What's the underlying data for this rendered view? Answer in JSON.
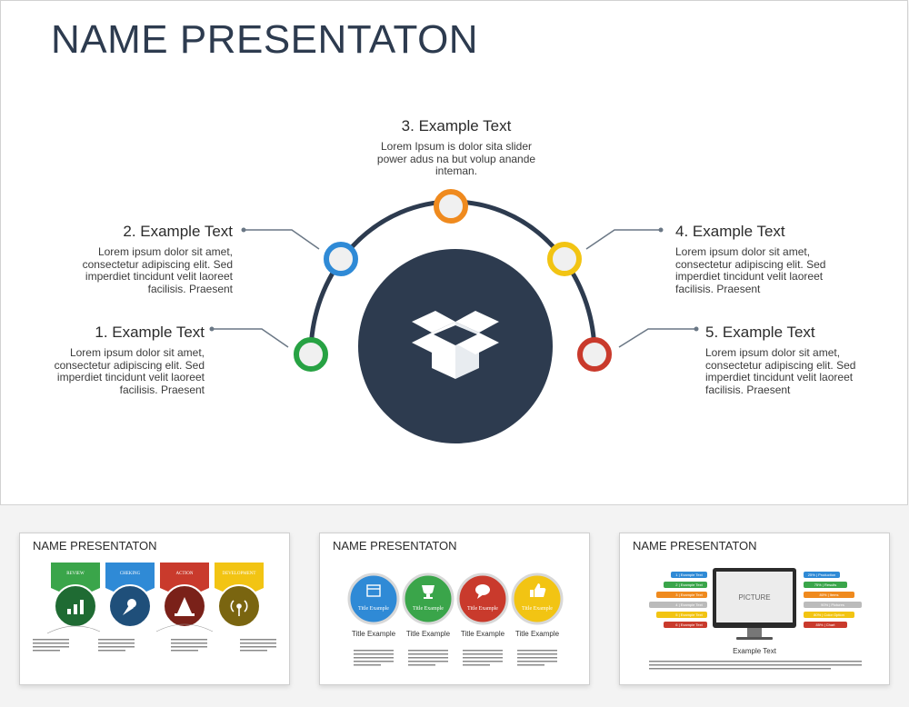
{
  "main": {
    "title": "NAME PRESENTATON",
    "items": [
      {
        "title": "1. Example Text",
        "desc": "Lorem ipsum dolor sit amet, consectetur adipiscing elit. Sed imperdiet tincidunt velit laoreet facilisis. Praesent",
        "color": "#27a243"
      },
      {
        "title": "2. Example Text",
        "desc": "Lorem ipsum dolor sit amet, consectetur adipiscing elit. Sed imperdiet tincidunt velit laoreet facilisis. Praesent",
        "color": "#2f8ad6"
      },
      {
        "title": "3. Example Text",
        "desc": "Lorem Ipsum is dolor sita slider power adus na but volup anande inteman.",
        "color": "#ef8a1e"
      },
      {
        "title": "4. Example Text",
        "desc": "Lorem ipsum dolor sit amet, consectetur adipiscing elit. Sed imperdiet tincidunt velit laoreet facilisis. Praesent",
        "color": "#f2c413"
      },
      {
        "title": "5. Example Text",
        "desc": "Lorem ipsum dolor sit amet, consectetur adipiscing elit. Sed imperdiet tincidunt velit laoreet facilisis. Praesent",
        "color": "#c93a2c"
      }
    ],
    "center_icon": "open-box-icon",
    "center_color": "#2d3b4f"
  },
  "thumbnails": [
    {
      "title": "NAME PRESENTATON",
      "banners": [
        {
          "label": "REVIEW",
          "color": "#3aa54a",
          "circle": "#1f6b33",
          "icon": "bar-chart-icon"
        },
        {
          "label": "CHEKING",
          "color": "#2f8ad6",
          "circle": "#1f4f7a",
          "icon": "pin-icon"
        },
        {
          "label": "ACTION",
          "color": "#c93a2c",
          "circle": "#7a2119",
          "icon": "cone-icon"
        },
        {
          "label": "DEVELOPMENT",
          "color": "#f2c413",
          "circle": "#7a6510",
          "icon": "signal-icon"
        }
      ]
    },
    {
      "title": "NAME PRESENTATON",
      "circles": [
        {
          "label": "Title Example",
          "inner": "Title Example",
          "color": "#2f8ad6",
          "icon": "calendar-icon"
        },
        {
          "label": "Title Example",
          "inner": "Title Example",
          "color": "#3aa54a",
          "icon": "trophy-icon"
        },
        {
          "label": "Title Example",
          "inner": "Title Example",
          "color": "#c93a2c",
          "icon": "speech-bubble-icon"
        },
        {
          "label": "Title Example",
          "inner": "Title Example",
          "color": "#f2c413",
          "icon": "thumbs-up-icon"
        }
      ]
    },
    {
      "title": "NAME PRESENTATON",
      "picture_label": "PICTURE",
      "caption": "Example Text",
      "left_bars": [
        {
          "label": "1 | Example Text",
          "color": "#2f8ad6"
        },
        {
          "label": "2 | Example Text",
          "color": "#3aa54a"
        },
        {
          "label": "3 | Example Text",
          "color": "#ef8a1e"
        },
        {
          "label": "4 | Example Text",
          "color": "#bbbbbb"
        },
        {
          "label": "5 | Example Text",
          "color": "#f2c413"
        },
        {
          "label": "6 | Example Text",
          "color": "#c93a2c"
        }
      ],
      "right_bars": [
        {
          "label": "25% | Production",
          "color": "#2f8ad6"
        },
        {
          "label": "75% | Results",
          "color": "#3aa54a"
        },
        {
          "label": "80% | Items",
          "color": "#ef8a1e"
        },
        {
          "label": "90% | Pictures",
          "color": "#bbbbbb"
        },
        {
          "label": "80% | Color Option",
          "color": "#f2c413"
        },
        {
          "label": "85% | Chart",
          "color": "#c93a2c"
        }
      ]
    }
  ]
}
